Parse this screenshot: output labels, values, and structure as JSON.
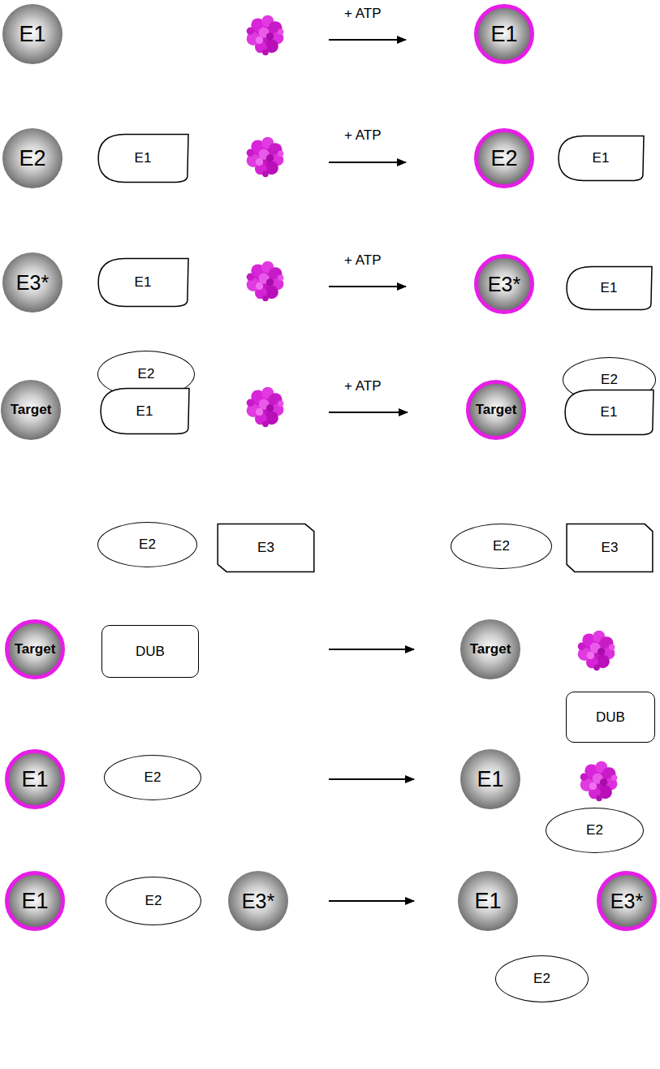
{
  "diagram": {
    "nodes": [
      {
        "text": [
          "E1"
        ]
      },
      {
        "text": [
          "E1"
        ]
      },
      {
        "text": [
          "E2"
        ]
      },
      {
        "text": [
          "E1"
        ]
      },
      {
        "text": [
          "E2"
        ]
      },
      {
        "text": [
          "E1"
        ]
      },
      {
        "text": [
          "E3*"
        ]
      },
      {
        "text": [
          "E1"
        ]
      },
      {
        "text": [
          "E2"
        ]
      },
      {
        "text": [
          "E3*"
        ]
      },
      {
        "text": [
          "E1"
        ]
      },
      {
        "text": [
          "E2"
        ]
      },
      {
        "text": [
          "Target"
        ]
      },
      {
        "text": [
          "E1"
        ]
      },
      {
        "text": [
          "E2"
        ]
      },
      {
        "text": [
          "E3"
        ]
      },
      {
        "text": [
          "Target"
        ]
      },
      {
        "text": [
          "E1"
        ]
      },
      {
        "text": [
          "E2"
        ]
      },
      {
        "text": [
          "E3"
        ]
      },
      {
        "text": [
          "Target"
        ]
      },
      {
        "text": [
          "DUB"
        ]
      },
      {
        "text": [
          "Target"
        ]
      },
      {
        "text": [
          "DUB"
        ]
      },
      {
        "text": [
          "E1"
        ]
      },
      {
        "text": [
          "E2"
        ]
      },
      {
        "text": [
          "E1"
        ]
      },
      {
        "text": [
          "E2"
        ]
      },
      {
        "text": [
          "E1"
        ]
      },
      {
        "text": [
          "E2"
        ]
      },
      {
        "text": [
          "E3*"
        ]
      },
      {
        "text": [
          "E1"
        ]
      },
      {
        "text": [
          "E3*"
        ]
      },
      {
        "text": [
          "E2"
        ]
      }
    ],
    "labels": [
      "+ ATP",
      "+ ATP",
      "+ ATP",
      "+ ATP"
    ]
  }
}
